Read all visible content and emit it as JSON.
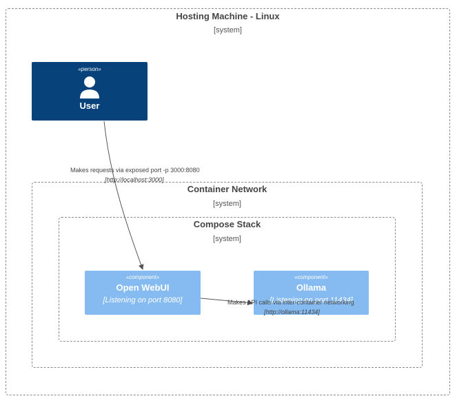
{
  "hosting": {
    "title": "Hosting Machine - Linux",
    "type": "[system]"
  },
  "network": {
    "title": "Container Network",
    "type": "[system]"
  },
  "compose": {
    "title": "Compose Stack",
    "type": "[system]"
  },
  "user": {
    "stereotype": "«person»",
    "title": "User",
    "icon": "person-icon",
    "color": "#08427b"
  },
  "webui": {
    "stereotype": "«component»",
    "title": "Open WebUI",
    "desc": "[Listening on port 8080]",
    "color": "#85bbf0"
  },
  "ollama": {
    "stereotype": "«component»",
    "title": "Ollama",
    "desc": "[Listening on port 11434]",
    "color": "#85bbf0"
  },
  "edges": {
    "user_to_webui": {
      "label": "Makes requests via exposed port -p 3000:8080",
      "tech": "[http://localhost:3000]"
    },
    "webui_to_ollama": {
      "label": "Makes API calls via inter-container networking",
      "tech": "[http://ollama:11434]"
    }
  }
}
